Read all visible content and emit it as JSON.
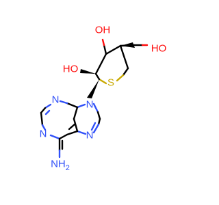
{
  "atoms": {
    "oh_top": "OH",
    "ho_top": "HO",
    "ho_left": "HO",
    "s_ring": "S",
    "n9": "N",
    "n3": "N",
    "n1": "N",
    "n7": "N",
    "nh2": "NH2"
  },
  "colors": {
    "carbon": "#000000",
    "nitrogen": "#3050f8",
    "oxygen": "#ff0d0d",
    "sulfur": "#c9a900"
  }
}
